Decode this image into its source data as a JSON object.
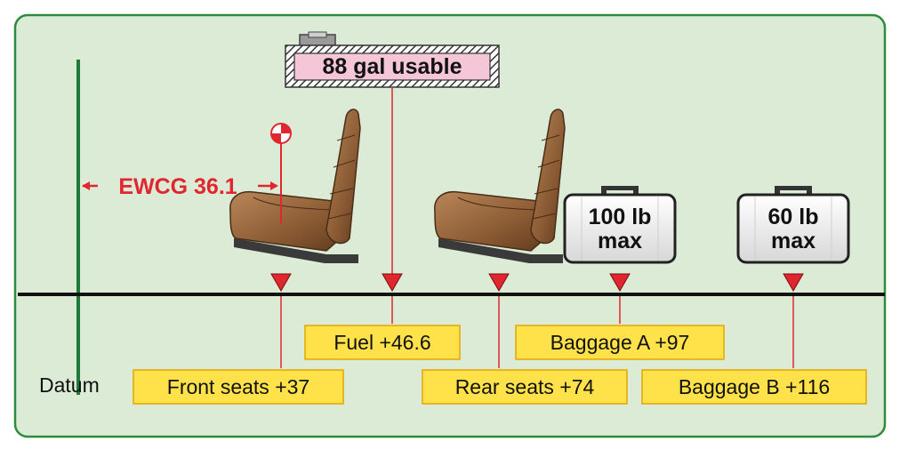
{
  "colors": {
    "panel_bg": "#dcebd6",
    "panel_border": "#2e8b3d",
    "datum_line": "#1f7a3a",
    "floor_line": "#111111",
    "marker": "#e0262e",
    "leader": "#e0262e",
    "label_bg": "#ffe24a",
    "label_border": "#e3a400",
    "ewcg_text": "#e0262e",
    "tank_fill": "#f4c6d8",
    "seat": "#8a5a33",
    "case_fill": "#f2f2f2"
  },
  "datum": {
    "label": "Datum"
  },
  "ewcg": {
    "label": "EWCG 36.1",
    "icon": "cg-symbol-icon"
  },
  "fuel_tank": {
    "label": "88 gal usable"
  },
  "stations": [
    {
      "name": "front-seats",
      "label": "Front seats +37"
    },
    {
      "name": "fuel",
      "label": "Fuel +46.6"
    },
    {
      "name": "rear-seats",
      "label": "Rear seats +74"
    },
    {
      "name": "baggage-a",
      "label": "Baggage A +97",
      "case_line1": "100 lb",
      "case_line2": "max"
    },
    {
      "name": "baggage-b",
      "label": "Baggage B +116",
      "case_line1": "60 lb",
      "case_line2": "max"
    }
  ]
}
